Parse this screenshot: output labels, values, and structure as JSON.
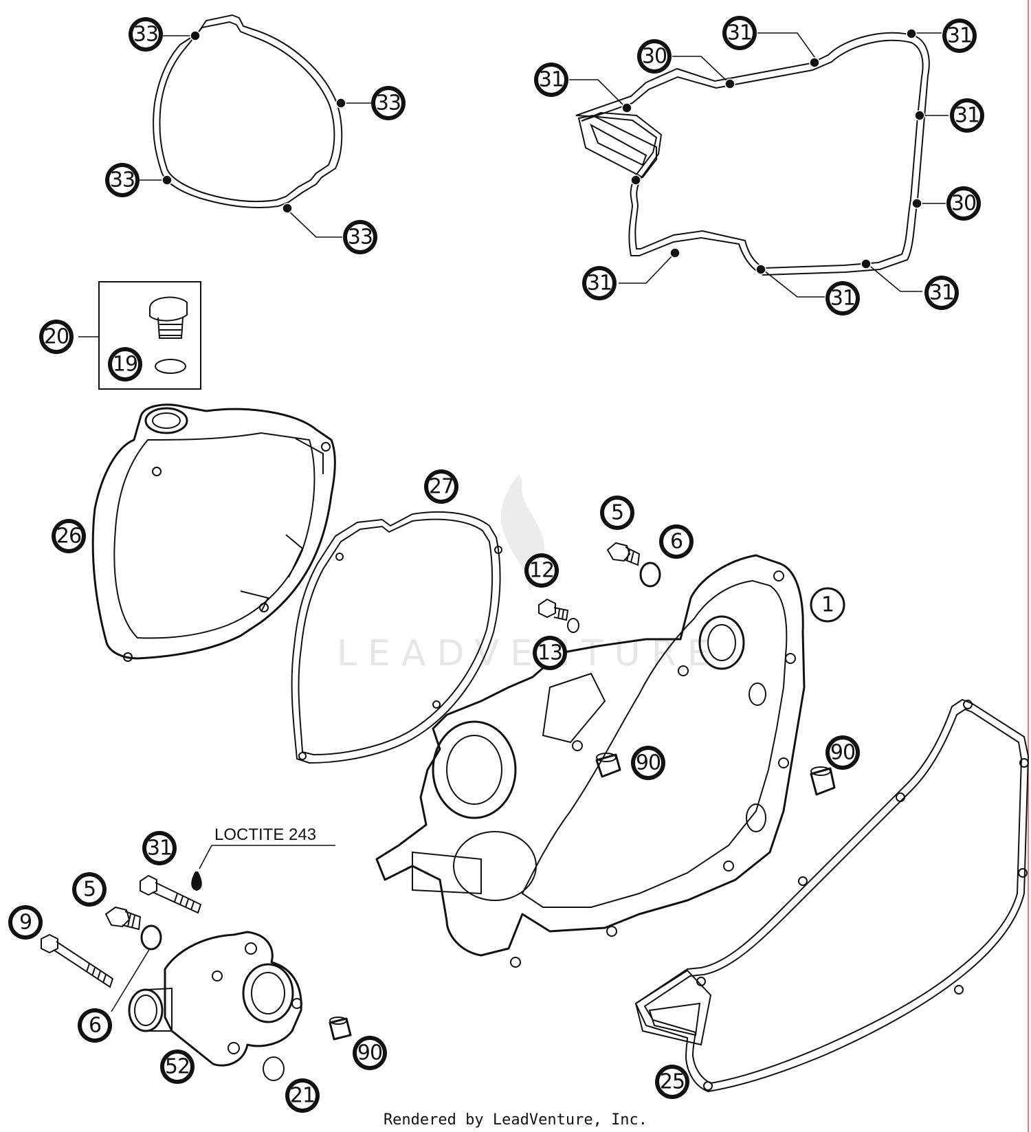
{
  "watermark": "LEADVENTURE",
  "footer": "Rendered by LeadVenture, Inc.",
  "note": "LOCTITE 243",
  "callouts": [
    {
      "id": "c-33-a",
      "label": "33",
      "style": "filled"
    },
    {
      "id": "c-33-b",
      "label": "33",
      "style": "filled"
    },
    {
      "id": "c-33-c",
      "label": "33",
      "style": "filled"
    },
    {
      "id": "c-33-d",
      "label": "33",
      "style": "filled"
    },
    {
      "id": "c-31-a",
      "label": "31",
      "style": "filled"
    },
    {
      "id": "c-30-a",
      "label": "30",
      "style": "filled"
    },
    {
      "id": "c-31-b",
      "label": "31",
      "style": "filled"
    },
    {
      "id": "c-31-c",
      "label": "31",
      "style": "filled"
    },
    {
      "id": "c-31-d",
      "label": "31",
      "style": "filled"
    },
    {
      "id": "c-30-b",
      "label": "30",
      "style": "filled"
    },
    {
      "id": "c-31-e",
      "label": "31",
      "style": "filled"
    },
    {
      "id": "c-31-f",
      "label": "31",
      "style": "filled"
    },
    {
      "id": "c-31-g",
      "label": "31",
      "style": "filled"
    },
    {
      "id": "c-20",
      "label": "20",
      "style": "filled"
    },
    {
      "id": "c-19",
      "label": "19",
      "style": "filled"
    },
    {
      "id": "c-26",
      "label": "26",
      "style": "filled"
    },
    {
      "id": "c-27",
      "label": "27",
      "style": "filled"
    },
    {
      "id": "c-5-a",
      "label": "5",
      "style": "filled"
    },
    {
      "id": "c-6-a",
      "label": "6",
      "style": "filled"
    },
    {
      "id": "c-12",
      "label": "12",
      "style": "filled"
    },
    {
      "id": "c-13",
      "label": "13",
      "style": "filled"
    },
    {
      "id": "c-1",
      "label": "1",
      "style": "open"
    },
    {
      "id": "c-90-a",
      "label": "90",
      "style": "filled"
    },
    {
      "id": "c-90-b",
      "label": "90",
      "style": "filled"
    },
    {
      "id": "c-31-h",
      "label": "31",
      "style": "filled"
    },
    {
      "id": "c-5-b",
      "label": "5",
      "style": "filled"
    },
    {
      "id": "c-9",
      "label": "9",
      "style": "filled"
    },
    {
      "id": "c-6-b",
      "label": "6",
      "style": "filled"
    },
    {
      "id": "c-52",
      "label": "52",
      "style": "filled"
    },
    {
      "id": "c-90-c",
      "label": "90",
      "style": "filled"
    },
    {
      "id": "c-21",
      "label": "21",
      "style": "filled"
    },
    {
      "id": "c-25",
      "label": "25",
      "style": "filled"
    }
  ]
}
